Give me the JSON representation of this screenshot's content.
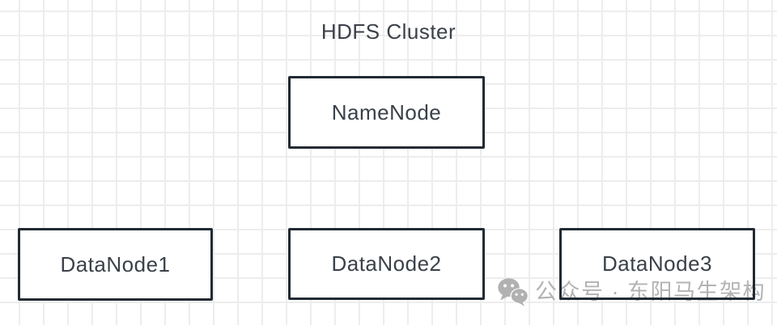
{
  "app": {
    "type": "diagram-canvas"
  },
  "diagram": {
    "title": "HDFS Cluster",
    "nodes": [
      {
        "id": "namenode",
        "label": "NameNode"
      },
      {
        "id": "datanode1",
        "label": "DataNode1"
      },
      {
        "id": "datanode2",
        "label": "DataNode2"
      },
      {
        "id": "datanode3",
        "label": "DataNode3"
      }
    ]
  },
  "watermark": {
    "icon": "wechat-icon",
    "text": "公众号 · 东阳马生架构"
  },
  "colors": {
    "background": "#ffffff",
    "grid_line": "#ededed",
    "node_border": "#232a32",
    "node_fill": "#ffffff",
    "node_text": "#3b4149",
    "title_text": "#3b4149",
    "watermark": "#b3b3b3"
  }
}
